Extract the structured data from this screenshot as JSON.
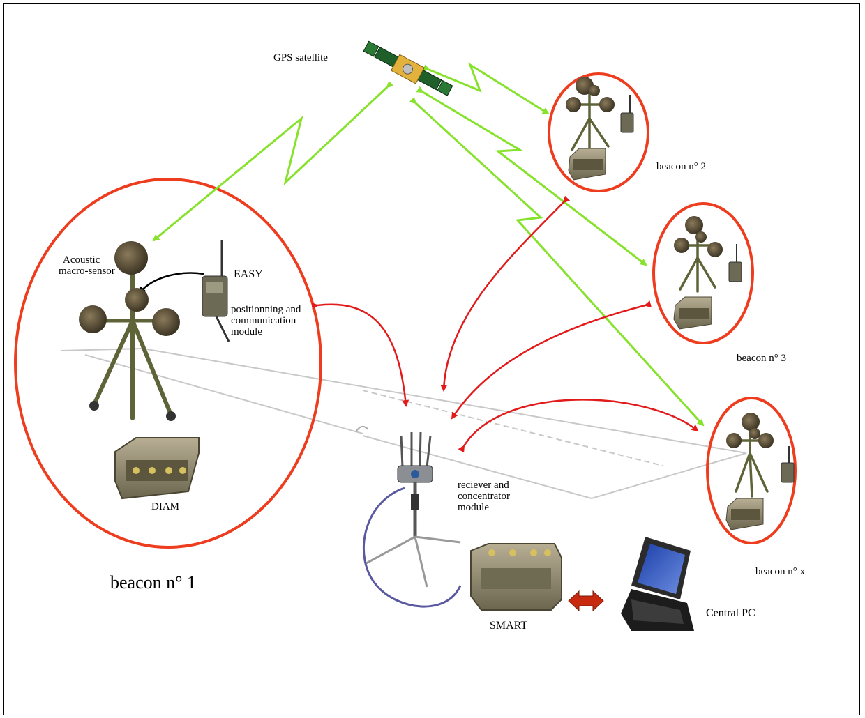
{
  "labels": {
    "gps_satellite": "GPS satellite",
    "acoustic_macro_sensor": [
      "Acoustic",
      "macro-sensor"
    ],
    "easy": "EASY",
    "positioning_module": [
      "positionning and",
      "communication",
      "module"
    ],
    "diam": "DIAM",
    "beacon_1": "beacon n° 1",
    "beacon_2": "beacon n° 2",
    "beacon_3": "beacon n° 3",
    "beacon_x": "beacon n° x",
    "receiver_module": [
      "reciever and",
      "concentrator",
      "module"
    ],
    "smart": "SMART",
    "central_pc": "Central PC"
  },
  "colors": {
    "gps_link": "#86e22a",
    "radio_link": "#e21a1a",
    "beacon_outline": "#ee3d1e",
    "equipment": "#5f6338",
    "field_lines": "#c8c8c8"
  },
  "icons": [
    "satellite-icon",
    "acoustic-sensor-icon",
    "easy-module-icon",
    "diam-box-icon",
    "antenna-tripod-icon",
    "smart-box-icon",
    "laptop-icon"
  ]
}
